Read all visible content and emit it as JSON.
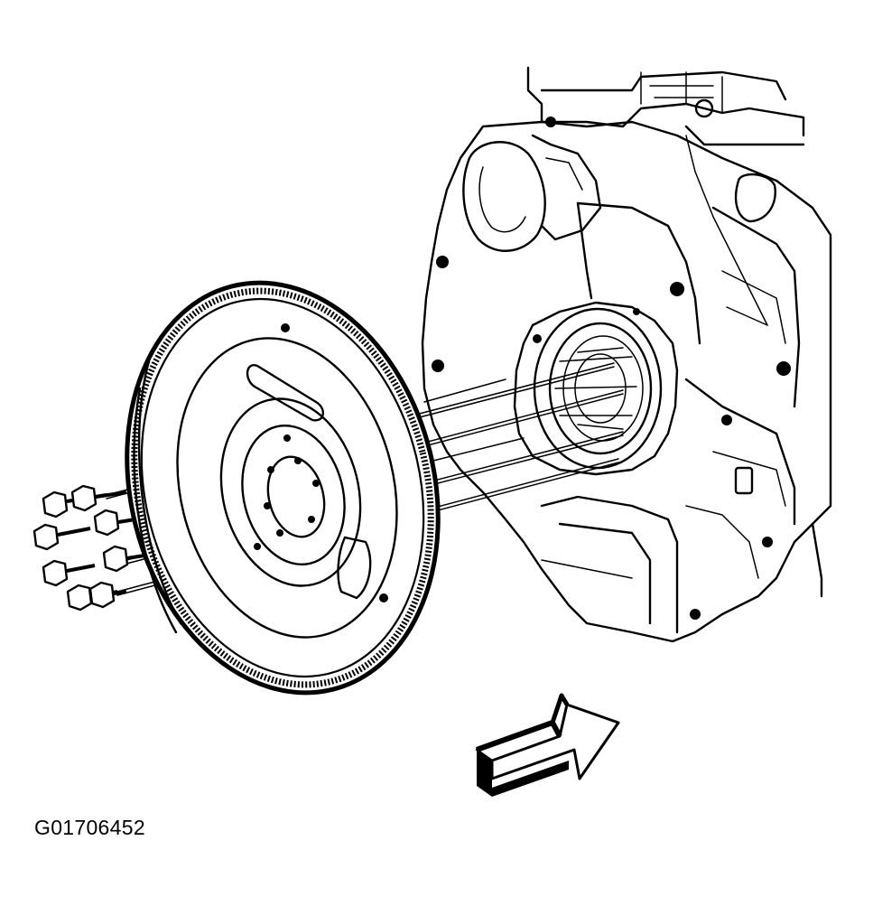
{
  "figure": {
    "id_label": "G01706452"
  },
  "diagram": {
    "components": [
      {
        "name": "engine-block"
      },
      {
        "name": "crankshaft-rear-seal"
      },
      {
        "name": "flywheel"
      },
      {
        "name": "flywheel-bolts",
        "count": 8
      },
      {
        "name": "direction-arrow"
      }
    ],
    "colors": {
      "line": "#000000",
      "background": "#ffffff"
    }
  }
}
